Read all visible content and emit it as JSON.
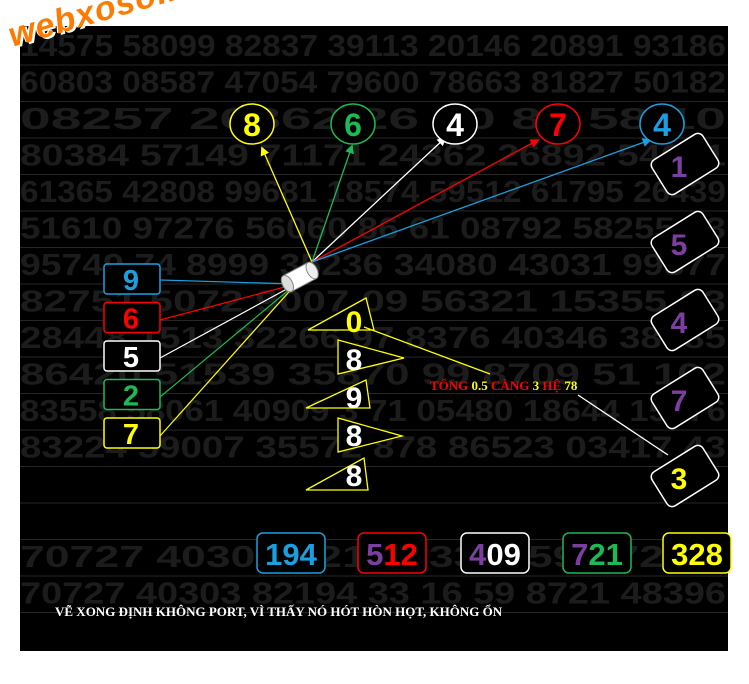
{
  "watermark": "webxoso.net",
  "bg_rows": [
    "14575 58099 82837 39113 20146 20891 93186",
    "60803 08587 47054 79600 78663 81827 50182",
    "08257 26862 26 20 89 58 10",
    "80384 57149 71171 24362 26892 54621",
    "61365 42808 99681 18574 59512 61795 26439",
    "51610 97276 56060 86 61 08792 58255 33",
    "95749 74 8999 35236 34080 43031 99377",
    "82751 5072 9007 09 56321 15355 23",
    "28448 1513 32266 97 8376 40346 38585",
    "86420 51539 35870 99 8709 51 102",
    "83558 58061 40909 3 71 05480 18644 15276",
    "83224 59007 35572 878 86523 03417 43",
    "",
    "",
    "70727 40303 82194 33 3 59 8721 9",
    "70727 40303 82194 33 16 59 8721 48396"
  ],
  "top_circles": [
    {
      "label": "8",
      "color": "#ffff00"
    },
    {
      "label": "6",
      "color": "#1db954"
    },
    {
      "label": "4",
      "color": "#ffffff"
    },
    {
      "label": "7",
      "color": "#ff0000"
    },
    {
      "label": "4",
      "color": "#1a9fe0"
    }
  ],
  "left_boxes": [
    {
      "label": "9",
      "color": "#1a9fe0"
    },
    {
      "label": "6",
      "color": "#ff0000"
    },
    {
      "label": "5",
      "color": "#ffffff"
    },
    {
      "label": "2",
      "color": "#1db954"
    },
    {
      "label": "7",
      "color": "#ffff00"
    }
  ],
  "triangles": [
    {
      "label": "0",
      "text_color": "#ffff00"
    },
    {
      "label": "8",
      "text_color": "#ffffff"
    },
    {
      "label": "9",
      "text_color": "#ffffff"
    },
    {
      "label": "8",
      "text_color": "#ffffff"
    },
    {
      "label": "8",
      "text_color": "#ffffff"
    }
  ],
  "right_boxes": [
    {
      "label": "1",
      "color": "#7b3fa0"
    },
    {
      "label": "5",
      "color": "#7b3fa0"
    },
    {
      "label": "4",
      "color": "#7b3fa0"
    },
    {
      "label": "7",
      "color": "#7b3fa0"
    },
    {
      "label": "3",
      "color": "#ffff00"
    }
  ],
  "bottom_boxes": [
    {
      "border": "#1a9fe0",
      "parts": [
        {
          "t": "194",
          "c": "#1a9fe0"
        }
      ]
    },
    {
      "border": "#ff0000",
      "parts": [
        {
          "t": "5",
          "c": "#7b3fa0"
        },
        {
          "t": "12",
          "c": "#ff0000"
        }
      ]
    },
    {
      "border": "#ffffff",
      "parts": [
        {
          "t": "4",
          "c": "#7b3fa0"
        },
        {
          "t": "09",
          "c": "#ffffff"
        }
      ]
    },
    {
      "border": "#1db954",
      "parts": [
        {
          "t": "7",
          "c": "#7b3fa0"
        },
        {
          "t": "21",
          "c": "#1db954"
        }
      ]
    },
    {
      "border": "#ffff00",
      "parts": [
        {
          "t": "328",
          "c": "#ffff00"
        }
      ]
    }
  ],
  "annotation": [
    {
      "t": "TỔNG ",
      "c": "#ff0000"
    },
    {
      "t": "0.5",
      "c": "#ffff00"
    },
    {
      "t": " CÀNG ",
      "c": "#ff0000"
    },
    {
      "t": "3",
      "c": "#ffff00"
    },
    {
      "t": " HỆ ",
      "c": "#ff0000"
    },
    {
      "t": "78",
      "c": "#ffff00"
    }
  ],
  "footer": "VẼ XONG ĐỊNH KHÔNG PORT, VÌ THẤY NÓ HÓT HÒN HỌT, KHÔNG ỔN",
  "colors": {
    "panel": "#000000",
    "bg_digits": "#1c1c1c",
    "watermark": "#ff7a00"
  }
}
